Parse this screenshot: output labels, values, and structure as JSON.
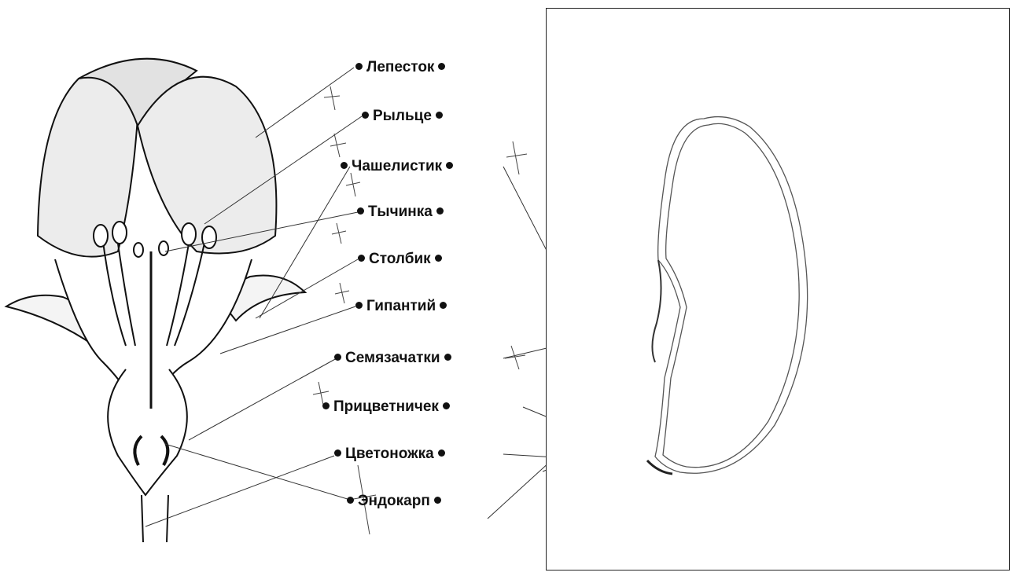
{
  "labels": [
    {
      "id": "lepestok",
      "text": "Лепесток"
    },
    {
      "id": "rylce",
      "text": "Рыльце"
    },
    {
      "id": "chashelistik",
      "text": "Чашелистик"
    },
    {
      "id": "tychinka",
      "text": "Тычинка"
    },
    {
      "id": "stolbik",
      "text": "Столбик"
    },
    {
      "id": "gipantiy",
      "text": "Гипантий"
    },
    {
      "id": "semyazachatki",
      "text": "Семязачатки"
    },
    {
      "id": "pricvetnichek",
      "text": "Прицветничек"
    },
    {
      "id": "cvetonozhka",
      "text": "Цветоножка"
    },
    {
      "id": "endokarp",
      "text": "Эндокарп"
    }
  ]
}
